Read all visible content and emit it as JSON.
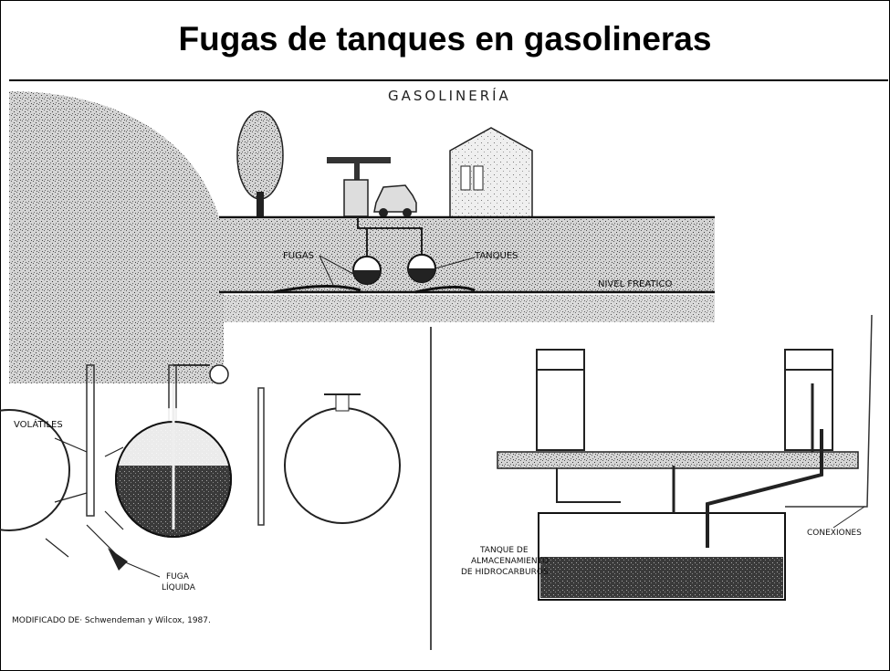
{
  "title": "Fugas de tanques en gasolineras",
  "station": {
    "title": "GASOLINERÍA",
    "label_leaks": "FUGAS",
    "label_tanks": "TANQUES",
    "label_water_table": "NIVEL FREATICO"
  },
  "plume_detail": {
    "label_volatiles": "VOLÁTILES",
    "label_liquid_leak_line1": "FUGA",
    "label_liquid_leak_line2": "LÍQUIDA",
    "credit": "MODIFICADO DE· Schwendeman y Wilcox, 1987."
  },
  "tank_detail": {
    "label_tank_line1": "TANQUE DE",
    "label_tank_line2": "ALMACENAMIENTO",
    "label_tank_line3": "DE HIDROCARBUROS",
    "label_connections": "CONEXIONES"
  }
}
